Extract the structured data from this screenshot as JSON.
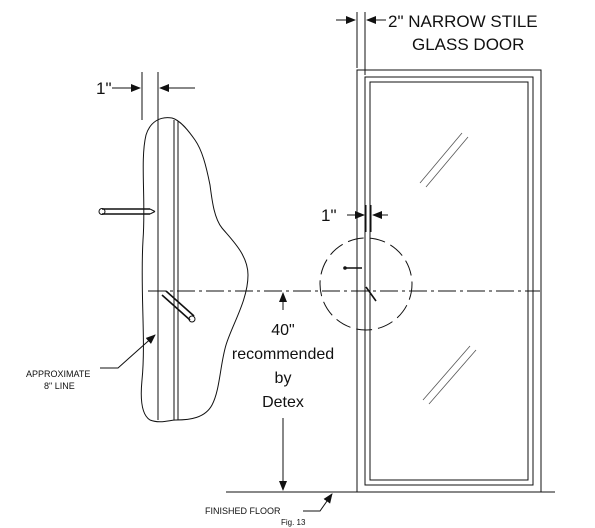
{
  "labels": {
    "door_title_line1": "2\" NARROW STILE",
    "door_title_line2": "GLASS DOOR",
    "dim_left": "1\"",
    "dim_door": "1\"",
    "height_value": "40\"",
    "height_line2": "recommended",
    "height_line3": "by",
    "height_line4": "Detex",
    "approx_line1": "APPROXIMATE",
    "approx_line2": "8\" LINE",
    "floor": "FINISHED FLOOR",
    "figure": "Fig. 13"
  }
}
